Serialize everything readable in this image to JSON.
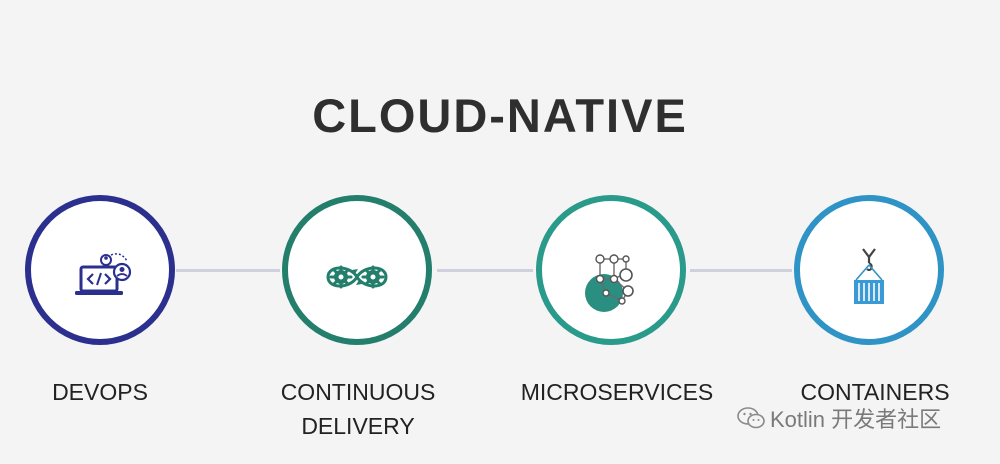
{
  "diagram": {
    "title": "CLOUD-NATIVE",
    "nodes": [
      {
        "id": "devops",
        "label_lines": [
          "DEVOPS"
        ],
        "icon": "laptop-code-users-icon",
        "color": "#2b2f8e"
      },
      {
        "id": "continuous-delivery",
        "label_lines": [
          "CONTINUOUS",
          "DELIVERY"
        ],
        "icon": "infinity-gears-icon",
        "color": "#237f6c"
      },
      {
        "id": "microservices",
        "label_lines": [
          "MICROSERVICES"
        ],
        "icon": "connected-nodes-icon",
        "color": "#2a9a8a"
      },
      {
        "id": "containers",
        "label_lines": [
          "CONTAINERS"
        ],
        "icon": "crane-container-icon",
        "color": "#2f93c6"
      }
    ],
    "connector_color": "#cfd0dd"
  },
  "watermark": {
    "text": "Kotlin 开发者社区",
    "icon": "wechat-icon"
  }
}
